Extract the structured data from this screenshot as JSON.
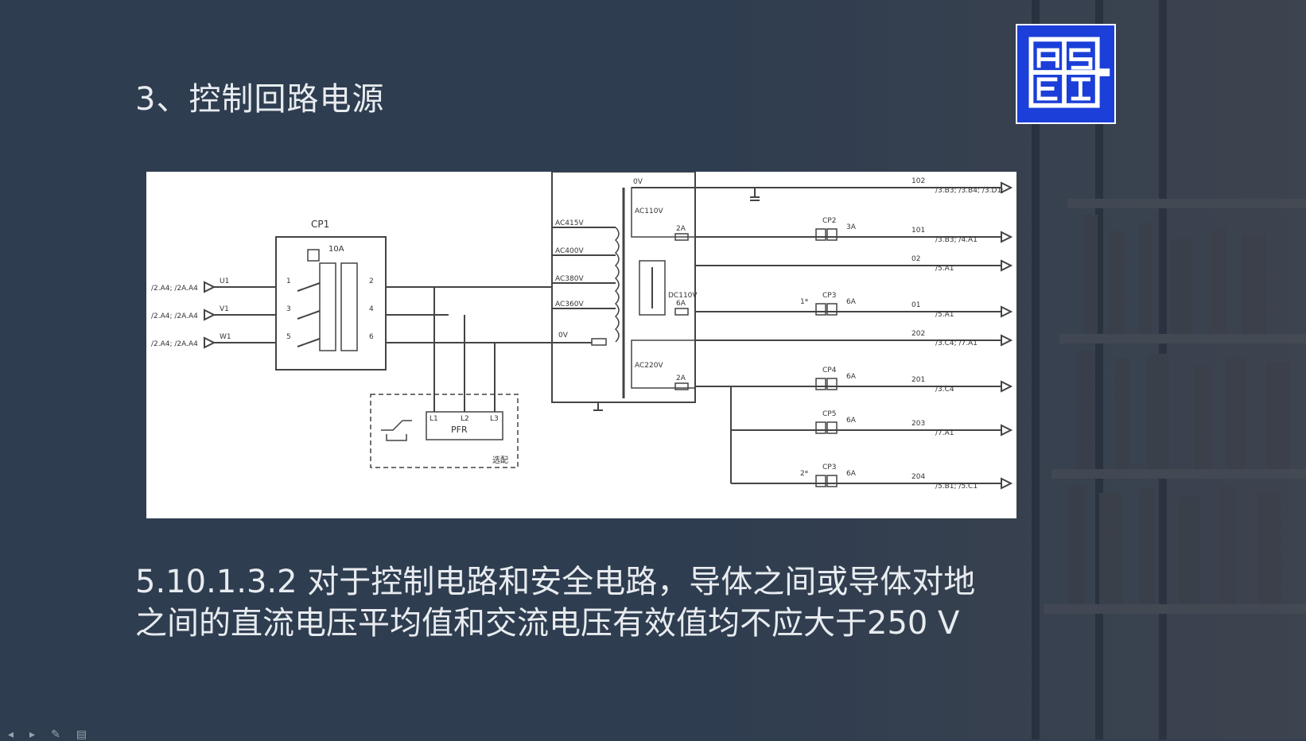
{
  "slide": {
    "title": "3、控制回路电源",
    "body_line1": "5.10.1.3.2 对于控制电路和安全电路，导体之间或导体对地",
    "body_line2": "之间的直流电压平均值和交流电压有效值均不应大于250 V"
  },
  "logo": {
    "icon": "asei-logo-icon",
    "text": "ASEI",
    "color": "#1b3fd8"
  },
  "diagram": {
    "cp1_label": "CP1",
    "cp1_rating": "10A",
    "inputs": [
      {
        "ref": "/2.A4; /2A.A4",
        "phase": "U1",
        "in_no": "1",
        "out_no": "2"
      },
      {
        "ref": "/2.A4; /2A.A4",
        "phase": "V1",
        "in_no": "3",
        "out_no": "4"
      },
      {
        "ref": "/2.A4; /2A.A4",
        "phase": "W1",
        "in_no": "5",
        "out_no": "6"
      }
    ],
    "pfr": {
      "label": "PFR",
      "l1": "L1",
      "l2": "L2",
      "l3": "L3",
      "note": "选配"
    },
    "primary_taps": [
      "AC415V",
      "AC400V",
      "AC380V",
      "AC360V",
      "0V"
    ],
    "secondary": {
      "zero": "0V",
      "ac110": "AC110V",
      "dc110": "DC110V",
      "ac220": "AC220V",
      "fuse_2a_a": "2A",
      "fuse_6a": "6A",
      "fuse_2a_b": "2A"
    },
    "outputs": [
      {
        "wire": "102",
        "ref": "/3.B3; /3.B4; /3.D1;",
        "breaker": "",
        "rating": "",
        "mark": ""
      },
      {
        "wire": "101",
        "ref": "/3.B3; /4.A1",
        "breaker": "CP2",
        "rating": "3A",
        "mark": ""
      },
      {
        "wire": "02",
        "ref": "/5.A1",
        "breaker": "",
        "rating": "",
        "mark": ""
      },
      {
        "wire": "01",
        "ref": "/5.A1",
        "breaker": "CP3",
        "rating": "6A",
        "mark": "1*"
      },
      {
        "wire": "202",
        "ref": "/3.C4; /7.A1",
        "breaker": "",
        "rating": "",
        "mark": ""
      },
      {
        "wire": "201",
        "ref": "/3.C4",
        "breaker": "CP4",
        "rating": "6A",
        "mark": ""
      },
      {
        "wire": "203",
        "ref": "/7.A1",
        "breaker": "CP5",
        "rating": "6A",
        "mark": ""
      },
      {
        "wire": "204",
        "ref": "/5.B1; /5.C1",
        "breaker": "CP3",
        "rating": "6A",
        "mark": "2*"
      }
    ]
  }
}
